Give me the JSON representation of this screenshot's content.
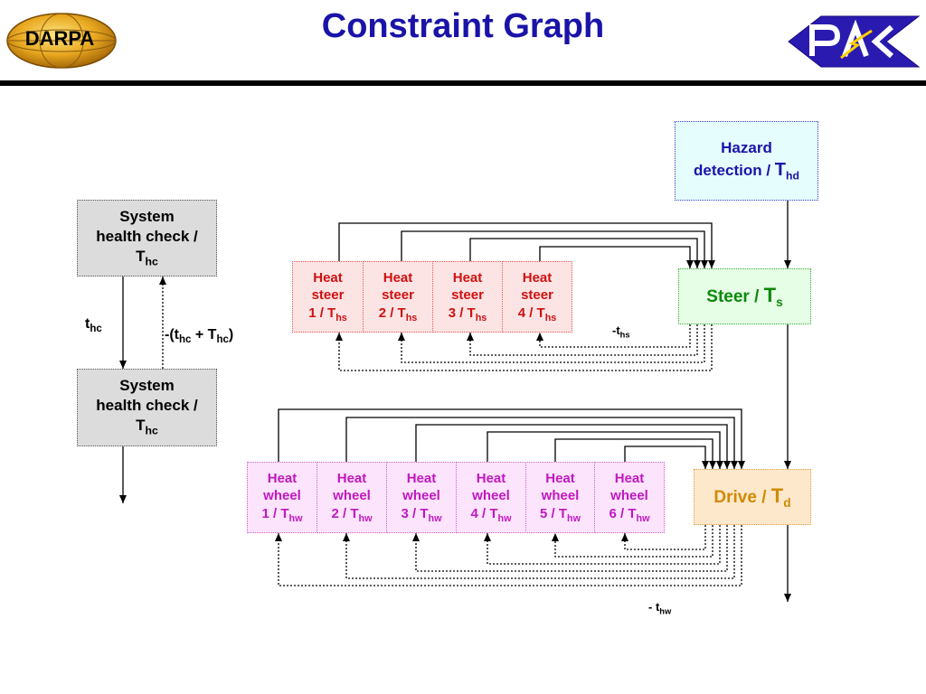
{
  "header": {
    "title": "Constraint Graph",
    "left_logo_text": "DARPA",
    "right_logo_name": "pacc-logo"
  },
  "system_health": {
    "top_label": "System",
    "mid_label": "health check /",
    "sym": "T",
    "sub": "hc"
  },
  "hazard": {
    "line1": "Hazard",
    "line2": "detection /",
    "sym": "T",
    "sub": "hd"
  },
  "steer": {
    "label": "Steer /",
    "sym": "T",
    "sub": "s"
  },
  "drive": {
    "label": "Drive /",
    "sym": "T",
    "sub": "d"
  },
  "heat_steer": {
    "word1": "Heat",
    "word2": "steer",
    "items": [
      {
        "num": "1 / T",
        "sub": "hs"
      },
      {
        "num": "2 / T",
        "sub": "hs"
      },
      {
        "num": "3 / T",
        "sub": "hs"
      },
      {
        "num": "4 / T",
        "sub": "hs"
      }
    ]
  },
  "heat_wheel": {
    "word1": "Heat",
    "word2": "wheel",
    "items": [
      {
        "num": "1 / T",
        "sub": "hw"
      },
      {
        "num": "2 / T",
        "sub": "hw"
      },
      {
        "num": "3 / T",
        "sub": "hw"
      },
      {
        "num": "4 / T",
        "sub": "hw"
      },
      {
        "num": "5 / T",
        "sub": "hw"
      },
      {
        "num": "6 / T",
        "sub": "hw"
      }
    ]
  },
  "edge_labels": {
    "thc_main": "t",
    "thc_sub": "hc",
    "neg_open": "-(t",
    "neg_sub1": "hc",
    "neg_plus": " + T",
    "neg_sub2": "hc",
    "neg_close": ")",
    "ths_main": "-t",
    "ths_sub": "hs",
    "thw_main": "- t",
    "thw_sub": "hw"
  }
}
